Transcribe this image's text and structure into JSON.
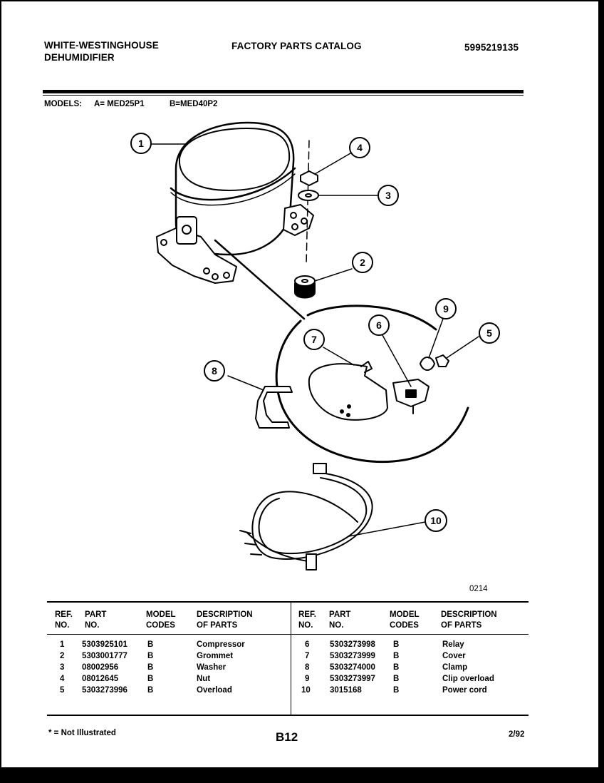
{
  "header": {
    "brand_line1": "WHITE-WESTINGHOUSE",
    "brand_line2": "DEHUMIDIFIER",
    "catalog_title": "FACTORY PARTS CATALOG",
    "catalog_number": "5995219135"
  },
  "models": {
    "label": "MODELS:",
    "model_a": "A= MED25P1",
    "model_b": "B=MED40P2"
  },
  "diagram": {
    "callouts": [
      "1",
      "2",
      "3",
      "4",
      "5",
      "6",
      "7",
      "8",
      "9",
      "10"
    ],
    "figure_code": "0214"
  },
  "table": {
    "headers": {
      "ref_line1": "REF.",
      "ref_line2": "NO.",
      "part_line1": "PART",
      "part_line2": "NO.",
      "model_line1": "MODEL",
      "model_line2": "CODES",
      "desc_line1": "DESCRIPTION",
      "desc_line2": "OF PARTS"
    },
    "left_rows": [
      {
        "ref": "1",
        "part": "5303925101",
        "code": "B",
        "desc": "Compressor"
      },
      {
        "ref": "2",
        "part": "5303001777",
        "code": "B",
        "desc": "Grommet"
      },
      {
        "ref": "3",
        "part": "08002956",
        "code": "B",
        "desc": "Washer"
      },
      {
        "ref": "4",
        "part": "08012645",
        "code": "B",
        "desc": "Nut"
      },
      {
        "ref": "5",
        "part": "5303273996",
        "code": "B",
        "desc": "Overload"
      }
    ],
    "right_rows": [
      {
        "ref": "6",
        "part": "5303273998",
        "code": "B",
        "desc": "Relay"
      },
      {
        "ref": "7",
        "part": "5303273999",
        "code": "B",
        "desc": "Cover"
      },
      {
        "ref": "8",
        "part": "5303274000",
        "code": "B",
        "desc": "Clamp"
      },
      {
        "ref": "9",
        "part": "5303273997",
        "code": "B",
        "desc": "Clip overload"
      },
      {
        "ref": "10",
        "part": "3015168",
        "code": "B",
        "desc": "Power cord"
      }
    ]
  },
  "footer": {
    "note": "* = Not Illustrated",
    "page": "B12",
    "date": "2/92"
  }
}
